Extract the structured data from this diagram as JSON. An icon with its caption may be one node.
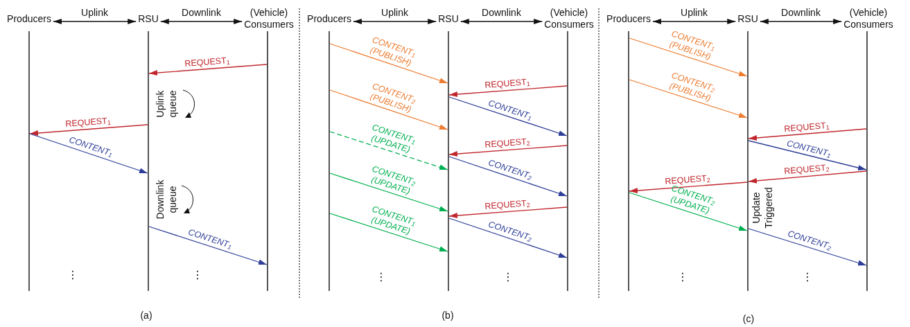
{
  "diagram": {
    "nodes": [
      {
        "text": [
          "Producers"
        ]
      },
      {
        "text": [
          "RSU"
        ]
      },
      {
        "text": [
          "(Vehicle) Consumers"
        ]
      },
      {
        "text": [],
        "shape": "bar"
      },
      {
        "text": [],
        "shape": "bar"
      },
      {
        "text": [],
        "shape": "bar"
      },
      {
        "text": [
          "Producers"
        ]
      },
      {
        "text": [
          "RSU"
        ]
      },
      {
        "text": [
          "(Vehicle) Consumers"
        ]
      },
      {
        "text": [],
        "shape": "bar"
      },
      {
        "text": [],
        "shape": "bar"
      },
      {
        "text": [],
        "shape": "bar"
      },
      {
        "text": [
          "Producers"
        ]
      },
      {
        "text": [
          "RSU"
        ]
      },
      {
        "text": [
          "(Vehicle) Consumers"
        ]
      },
      {
        "text": [],
        "shape": "bar"
      },
      {
        "text": [],
        "shape": "bar"
      },
      {
        "text": [],
        "shape": "bar"
      }
    ],
    "edges": [
      {
        "from": 0,
        "to": 1,
        "arrow": "both",
        "label": "Uplink",
        "color": "#111111"
      },
      {
        "from": 1,
        "to": 2,
        "arrow": "both",
        "label": "Downlink",
        "color": "#111111"
      },
      {
        "from": 5,
        "to": 4,
        "arrow": "to",
        "label": "REQUEST$_{1}$",
        "color": "#c0272d"
      },
      {
        "from": 4,
        "to": 3,
        "arrow": "to",
        "label": "REQUEST$_{1}$",
        "color": "#c0272d"
      },
      {
        "from": 3,
        "to": 4,
        "arrow": "to",
        "label": "CONTENT$_{1}$",
        "color": "#2e3e98"
      },
      {
        "from": 4,
        "to": 5,
        "arrow": "to",
        "label": "CONTENT$_{1}$",
        "color": "#2e3e98"
      },
      {
        "from": 6,
        "to": 7,
        "arrow": "both",
        "label": "Uplink",
        "color": "#111111"
      },
      {
        "from": 7,
        "to": 8,
        "arrow": "both",
        "label": "Downlink",
        "color": "#111111"
      },
      {
        "from": 9,
        "to": 10,
        "arrow": "to",
        "label": "CONTENT$_{1}$ (PUBLISH)",
        "color": "#ed7d31"
      },
      {
        "from": 11,
        "to": 10,
        "arrow": "to",
        "label": "REQUEST$_{1}$",
        "color": "#c0272d"
      },
      {
        "from": 9,
        "to": 10,
        "arrow": "to",
        "label": "CONTENT$_{2}$ (PUBLISH)",
        "color": "#ed7d31"
      },
      {
        "from": 10,
        "to": 11,
        "arrow": "to",
        "label": "CONTENT$_{1}$",
        "color": "#2e3e98"
      },
      {
        "from": 9,
        "to": 10,
        "arrow": "to",
        "label": "CONTENT$_{1}$ (UPDATE)",
        "color": "#00b050",
        "style": "dashed"
      },
      {
        "from": 11,
        "to": 10,
        "arrow": "to",
        "label": "REQUEST$_{2}$",
        "color": "#c0272d"
      },
      {
        "from": 10,
        "to": 11,
        "arrow": "to",
        "label": "CONTENT$_{2}$",
        "color": "#2e3e98"
      },
      {
        "from": 9,
        "to": 10,
        "arrow": "to",
        "label": "CONTENT$_{2}$ (UPDATE)",
        "color": "#00b050"
      },
      {
        "from": 11,
        "to": 10,
        "arrow": "to",
        "label": "REQUEST$_{2}$",
        "color": "#c0272d"
      },
      {
        "from": 9,
        "to": 10,
        "arrow": "to",
        "label": "CONTENT$_{1}$ (UPDATE)",
        "color": "#00b050"
      },
      {
        "from": 10,
        "to": 11,
        "arrow": "to",
        "label": "CONTENT$_{2}$",
        "color": "#2e3e98"
      },
      {
        "from": 12,
        "to": 13,
        "arrow": "both",
        "label": "Uplink",
        "color": "#111111"
      },
      {
        "from": 13,
        "to": 14,
        "arrow": "both",
        "label": "Downlink",
        "color": "#111111"
      },
      {
        "from": 15,
        "to": 16,
        "arrow": "to",
        "label": "CONTENT$_{1}$ (PUBLISH)",
        "color": "#ed7d31"
      },
      {
        "from": 15,
        "to": 16,
        "arrow": "to",
        "label": "CONTENT$_{2}$ (PUBLISH)",
        "color": "#ed7d31"
      },
      {
        "from": 17,
        "to": 16,
        "arrow": "to",
        "label": "REQUEST$_{1}$",
        "color": "#c0272d"
      },
      {
        "from": 16,
        "to": 17,
        "arrow": "to",
        "label": "CONTENT$_{1}$",
        "color": "#2e3e98"
      },
      {
        "from": 17,
        "to": 16,
        "arrow": "to",
        "label": "REQUEST$_{2}$",
        "color": "#c0272d"
      },
      {
        "from": 16,
        "to": 15,
        "arrow": "to",
        "label": "REQUEST$_{2}$",
        "color": "#c0272d"
      },
      {
        "from": 15,
        "to": 16,
        "arrow": "to",
        "label": "CONTENT$_{2}$ (UPDATE)",
        "color": "#00b050"
      },
      {
        "from": 16,
        "to": 17,
        "arrow": "to",
        "label": "CONTENT$_{2}$",
        "color": "#2e3e98"
      }
    ],
    "labels": [
      "Uplink queue",
      "Downlink queue",
      "⋮",
      "⋮",
      "(a)",
      "⋮",
      "⋮",
      "(b)",
      "Update Triggered",
      "⋮",
      "⋮",
      "(c)"
    ]
  }
}
